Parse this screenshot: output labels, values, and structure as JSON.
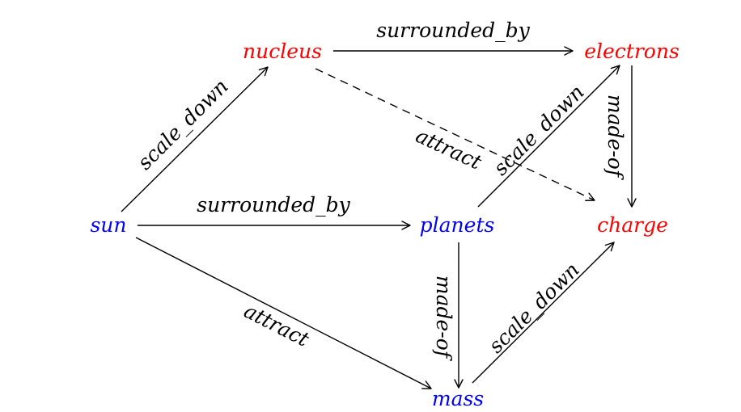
{
  "nodes": {
    "sun": {
      "label": "sun",
      "color": "#0000ff"
    },
    "planets": {
      "label": "planets",
      "color": "#0000ff"
    },
    "mass": {
      "label": "mass",
      "color": "#0000ff"
    },
    "nucleus": {
      "label": "nucleus",
      "color": "#ff0000"
    },
    "electrons": {
      "label": "electrons",
      "color": "#ff0000"
    },
    "charge": {
      "label": "charge",
      "color": "#ff0000"
    }
  },
  "edges": [
    {
      "from": "nucleus",
      "to": "electrons",
      "label": "surrounded_by",
      "style": "solid"
    },
    {
      "from": "sun",
      "to": "nucleus",
      "label": "scale_down",
      "style": "solid"
    },
    {
      "from": "sun",
      "to": "planets",
      "label": "surrounded_by",
      "style": "solid"
    },
    {
      "from": "sun",
      "to": "mass",
      "label": "attract",
      "style": "solid"
    },
    {
      "from": "nucleus",
      "to": "charge",
      "label": "attract",
      "style": "dashed"
    },
    {
      "from": "planets",
      "to": "electrons",
      "label": "scale_down",
      "style": "solid"
    },
    {
      "from": "electrons",
      "to": "charge",
      "label": "made-of",
      "style": "solid"
    },
    {
      "from": "planets",
      "to": "mass",
      "label": "made-of",
      "style": "solid"
    },
    {
      "from": "mass",
      "to": "charge",
      "label": "scale_down",
      "style": "solid"
    }
  ]
}
